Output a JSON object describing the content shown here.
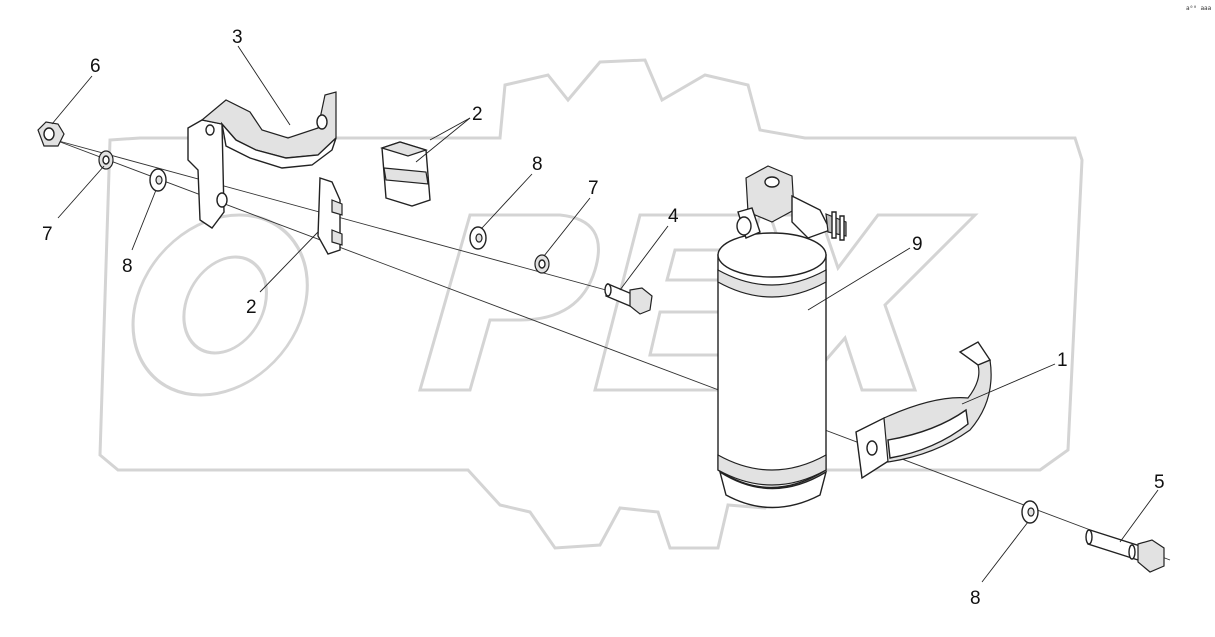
{
  "watermark": {
    "text": "OPEX",
    "color": "#d4d4d4"
  },
  "corner_code": "a⁰⁰ aaa",
  "callouts": [
    {
      "id": "c1",
      "label": "1"
    },
    {
      "id": "c2a",
      "label": "2"
    },
    {
      "id": "c2b",
      "label": "2"
    },
    {
      "id": "c3",
      "label": "3"
    },
    {
      "id": "c4",
      "label": "4"
    },
    {
      "id": "c5",
      "label": "5"
    },
    {
      "id": "c6",
      "label": "6"
    },
    {
      "id": "c7a",
      "label": "7"
    },
    {
      "id": "c7b",
      "label": "7"
    },
    {
      "id": "c8a",
      "label": "8"
    },
    {
      "id": "c8b",
      "label": "8"
    },
    {
      "id": "c8c",
      "label": "8"
    },
    {
      "id": "c9",
      "label": "9"
    }
  ]
}
